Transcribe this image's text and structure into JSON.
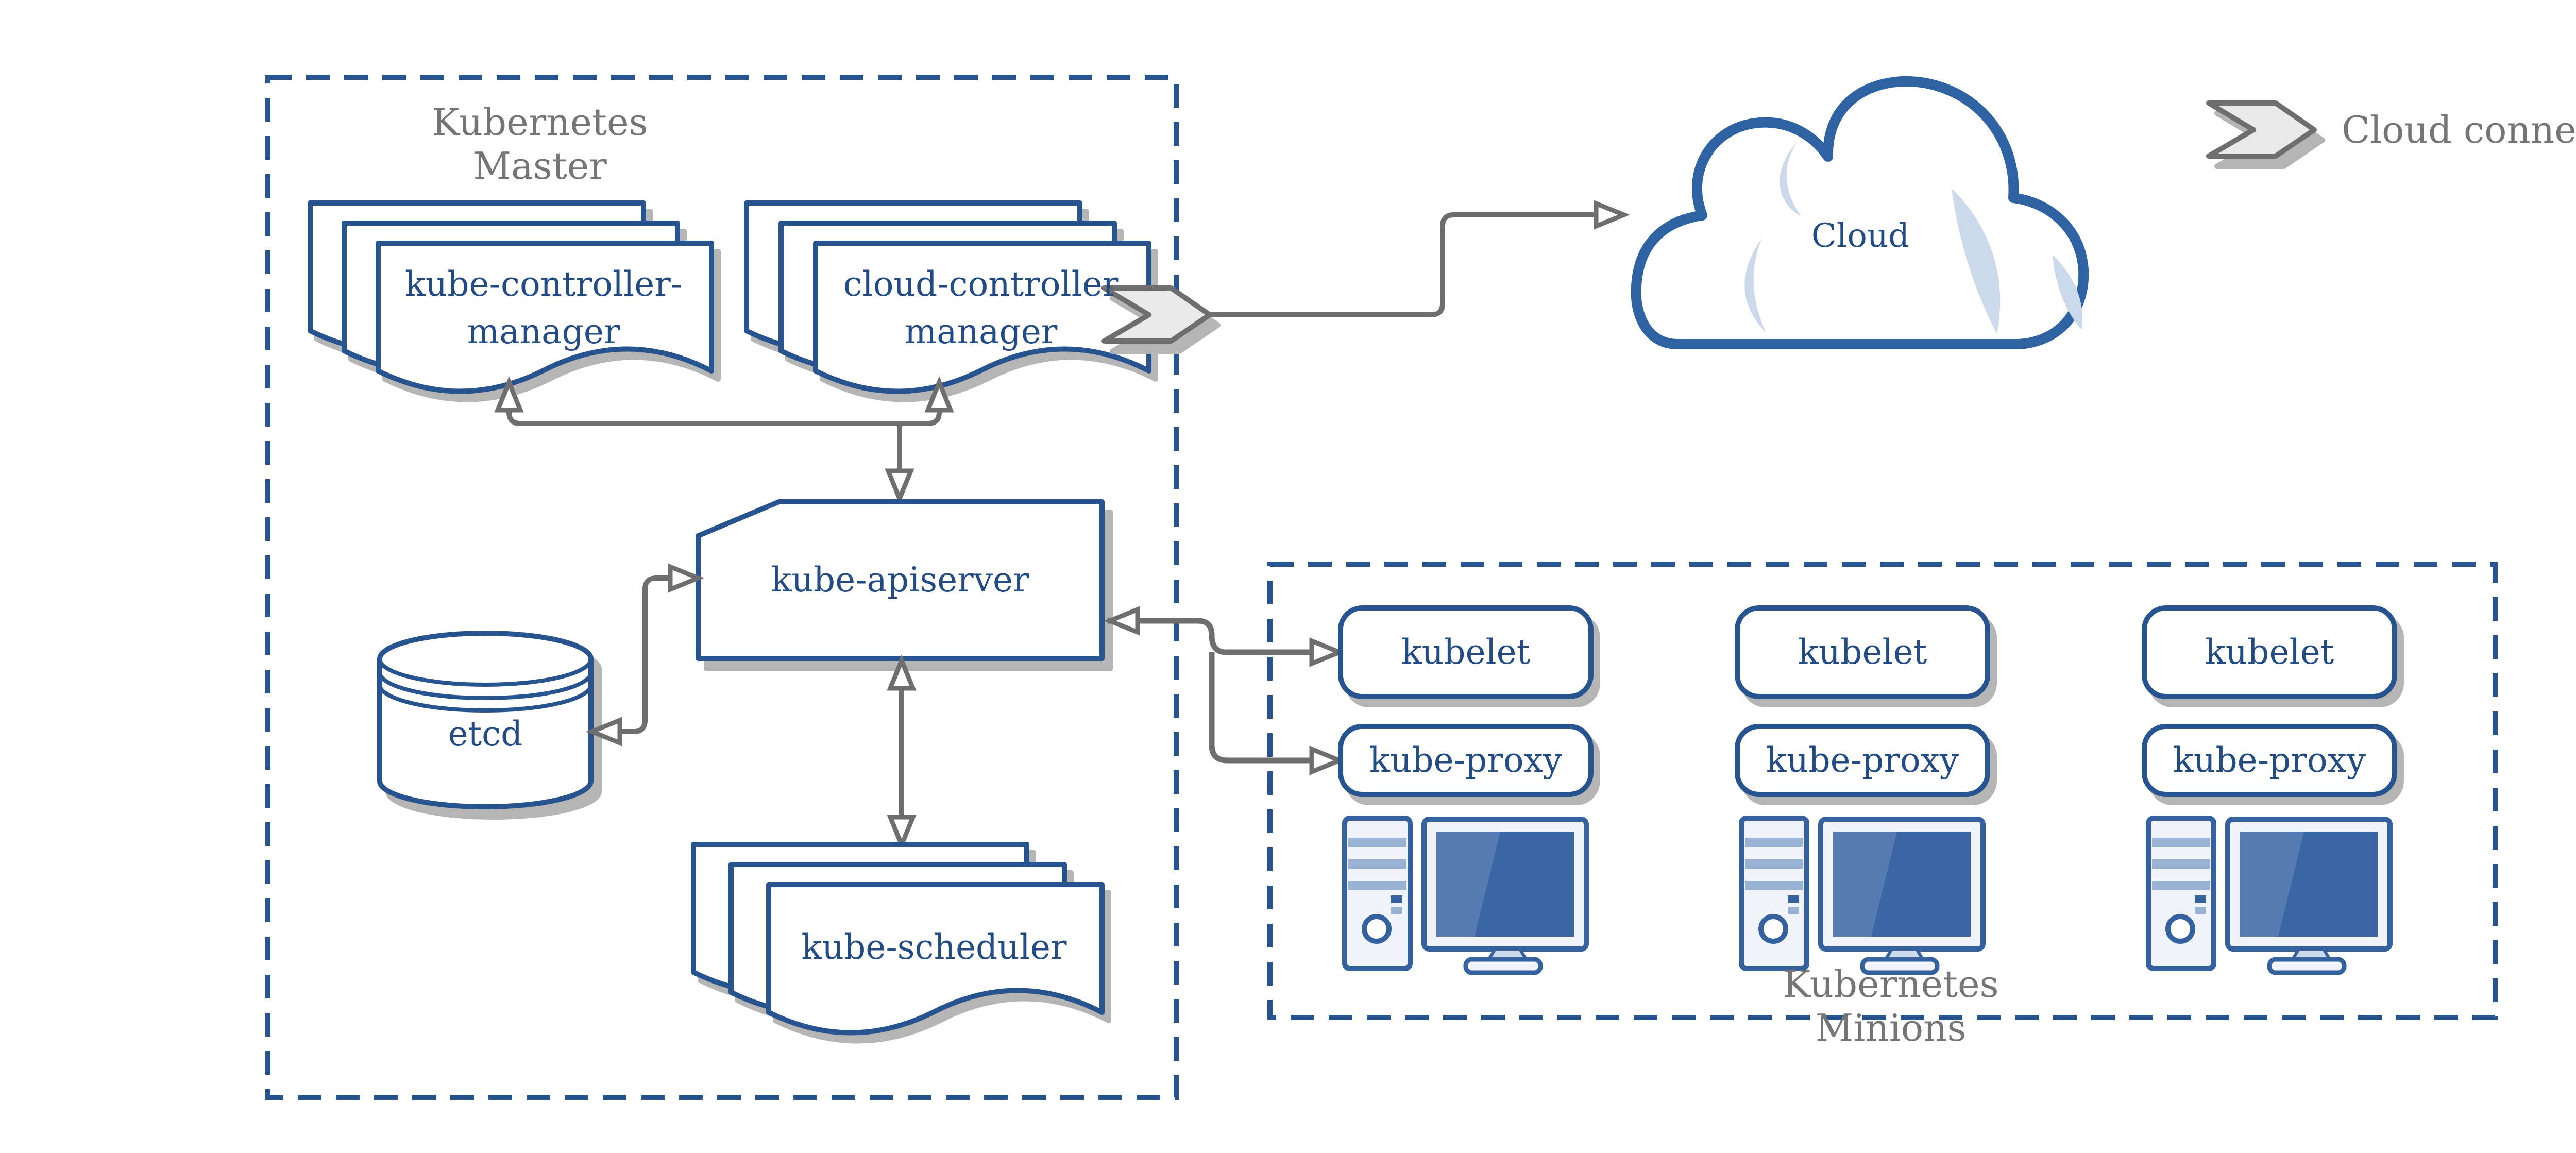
{
  "diagram": {
    "master": {
      "title_line1": "Kubernetes",
      "title_line2": "Master",
      "nodes": {
        "kube_controller_manager": {
          "line1": "kube-controller-",
          "line2": "manager"
        },
        "cloud_controller_manager": {
          "line1": "cloud-controller",
          "line2": "manager"
        },
        "kube_apiserver": {
          "label": "kube-apiserver"
        },
        "etcd": {
          "label": "etcd"
        },
        "kube_scheduler": {
          "label": "kube-scheduler"
        }
      }
    },
    "cloud": {
      "label": "Cloud"
    },
    "legend": {
      "cloud_connector_label": "Cloud connector"
    },
    "minions": {
      "title_line1": "Kubernetes",
      "title_line2": "Minions",
      "nodes": [
        {
          "kubelet_label": "kubelet",
          "kube_proxy_label": "kube-proxy"
        },
        {
          "kubelet_label": "kubelet",
          "kube_proxy_label": "kube-proxy"
        },
        {
          "kubelet_label": "kubelet",
          "kube_proxy_label": "kube-proxy"
        }
      ]
    },
    "icons": {
      "cloud_connector_icon": "chevron-right-icon",
      "minion_machine_icon": "desktop-computer-icon",
      "etcd_icon": "database-cylinder-icon",
      "cloud_icon": "cloud-icon"
    },
    "colors": {
      "box_border_blue": "#27548F",
      "text_navy": "#234B84",
      "computer_blue": "#35629F",
      "screen_blue": "#3A66A6",
      "light_blue_accent": "#CCD9EA",
      "stripe_blue": "#9AB3D5",
      "label_gray": "#757575",
      "arrow_gray": "#6E6E6E",
      "chevron_fill": "#E9E9E9",
      "shadow_gray": "#B5B5B5",
      "node_fill": "#FFFFFF",
      "tower_fill": "#F0F4FA"
    }
  }
}
